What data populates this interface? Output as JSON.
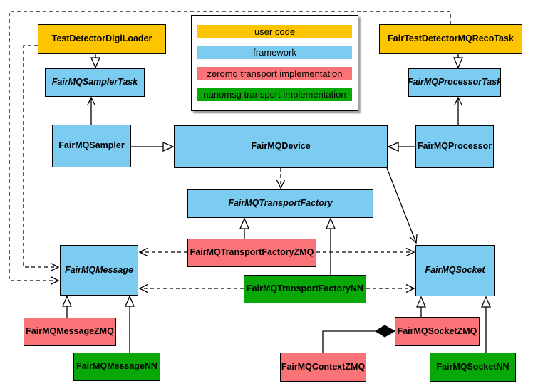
{
  "colors": {
    "user_code": "#fdc500",
    "framework": "#7cccf2",
    "zeromq": "#f97377",
    "nanomsg": "#07a807",
    "line": "#000000",
    "background": "#ffffff"
  },
  "legend": {
    "items": [
      {
        "label": "user code",
        "type": "user"
      },
      {
        "label": "framework",
        "type": "framework"
      },
      {
        "label": "zeromq transport implementation",
        "type": "zmq"
      },
      {
        "label": "nanomsg transport implementation",
        "type": "nn"
      }
    ]
  },
  "nodes": {
    "test_detector_digi_loader": {
      "label": "TestDetectorDigiLoader",
      "type": "user",
      "abstract": false
    },
    "fair_test_detector_mq_reco_task": {
      "label": "FairTestDetectorMQRecoTask",
      "type": "user",
      "abstract": false
    },
    "fairmq_sampler_task": {
      "label": "FairMQSamplerTask",
      "type": "framework",
      "abstract": true
    },
    "fairmq_processor_task": {
      "label": "FairMQProcessorTask",
      "type": "framework",
      "abstract": true
    },
    "fairmq_sampler": {
      "label": "FairMQSampler",
      "type": "framework",
      "abstract": false
    },
    "fairmq_device": {
      "label": "FairMQDevice",
      "type": "framework",
      "abstract": false
    },
    "fairmq_processor": {
      "label": "FairMQProcessor",
      "type": "framework",
      "abstract": false
    },
    "fairmq_transport_factory": {
      "label": "FairMQTransportFactory",
      "type": "framework",
      "abstract": true
    },
    "fairmq_transport_factory_zmq": {
      "label": "FairMQTransportFactoryZMQ",
      "type": "zmq",
      "abstract": false
    },
    "fairmq_transport_factory_nn": {
      "label": "FairMQTransportFactoryNN",
      "type": "nn",
      "abstract": false
    },
    "fairmq_message": {
      "label": "FairMQMessage",
      "type": "framework",
      "abstract": true
    },
    "fairmq_socket": {
      "label": "FairMQSocket",
      "type": "framework",
      "abstract": true
    },
    "fairmq_message_zmq": {
      "label": "FairMQMessageZMQ",
      "type": "zmq",
      "abstract": false
    },
    "fairmq_message_nn": {
      "label": "FairMQMessageNN",
      "type": "nn",
      "abstract": false
    },
    "fairmq_socket_zmq": {
      "label": "FairMQSocketZMQ",
      "type": "zmq",
      "abstract": false
    },
    "fairmq_socket_nn": {
      "label": "FairMQSocketNN",
      "type": "nn",
      "abstract": false
    },
    "fairmq_context_zmq": {
      "label": "FairMQContextZMQ",
      "type": "zmq",
      "abstract": false
    }
  },
  "relations": [
    {
      "from": "TestDetectorDigiLoader",
      "to": "FairMQSamplerTask",
      "kind": "inheritance"
    },
    {
      "from": "FairTestDetectorMQRecoTask",
      "to": "FairMQProcessorTask",
      "kind": "inheritance"
    },
    {
      "from": "FairMQSampler",
      "to": "FairMQSamplerTask",
      "kind": "association"
    },
    {
      "from": "FairMQProcessor",
      "to": "FairMQProcessorTask",
      "kind": "association"
    },
    {
      "from": "FairMQSampler",
      "to": "FairMQDevice",
      "kind": "inheritance"
    },
    {
      "from": "FairMQProcessor",
      "to": "FairMQDevice",
      "kind": "inheritance"
    },
    {
      "from": "FairMQDevice",
      "to": "FairMQTransportFactory",
      "kind": "dashed-dependency"
    },
    {
      "from": "FairMQDevice",
      "to": "FairMQSocket",
      "kind": "association"
    },
    {
      "from": "FairMQTransportFactoryZMQ",
      "to": "FairMQTransportFactory",
      "kind": "inheritance"
    },
    {
      "from": "FairMQTransportFactoryNN",
      "to": "FairMQTransportFactory",
      "kind": "inheritance"
    },
    {
      "from": "FairMQTransportFactoryZMQ",
      "to": "FairMQMessage",
      "kind": "dashed-dependency"
    },
    {
      "from": "FairMQTransportFactoryZMQ",
      "to": "FairMQSocket",
      "kind": "dashed-dependency"
    },
    {
      "from": "FairMQTransportFactoryNN",
      "to": "FairMQMessage",
      "kind": "dashed-dependency"
    },
    {
      "from": "FairMQTransportFactoryNN",
      "to": "FairMQSocket",
      "kind": "dashed-dependency"
    },
    {
      "from": "FairMQMessageZMQ",
      "to": "FairMQMessage",
      "kind": "inheritance"
    },
    {
      "from": "FairMQMessageNN",
      "to": "FairMQMessage",
      "kind": "inheritance"
    },
    {
      "from": "FairMQSocketZMQ",
      "to": "FairMQSocket",
      "kind": "inheritance"
    },
    {
      "from": "FairMQSocketNN",
      "to": "FairMQSocket",
      "kind": "inheritance"
    },
    {
      "from": "TestDetectorDigiLoader",
      "to": "FairMQMessage",
      "kind": "dashed-dependency"
    },
    {
      "from": "FairTestDetectorMQRecoTask",
      "to": "FairMQMessage",
      "kind": "dashed-dependency"
    },
    {
      "from": "FairMQSocketZMQ",
      "to": "FairMQContextZMQ",
      "kind": "composition"
    }
  ]
}
